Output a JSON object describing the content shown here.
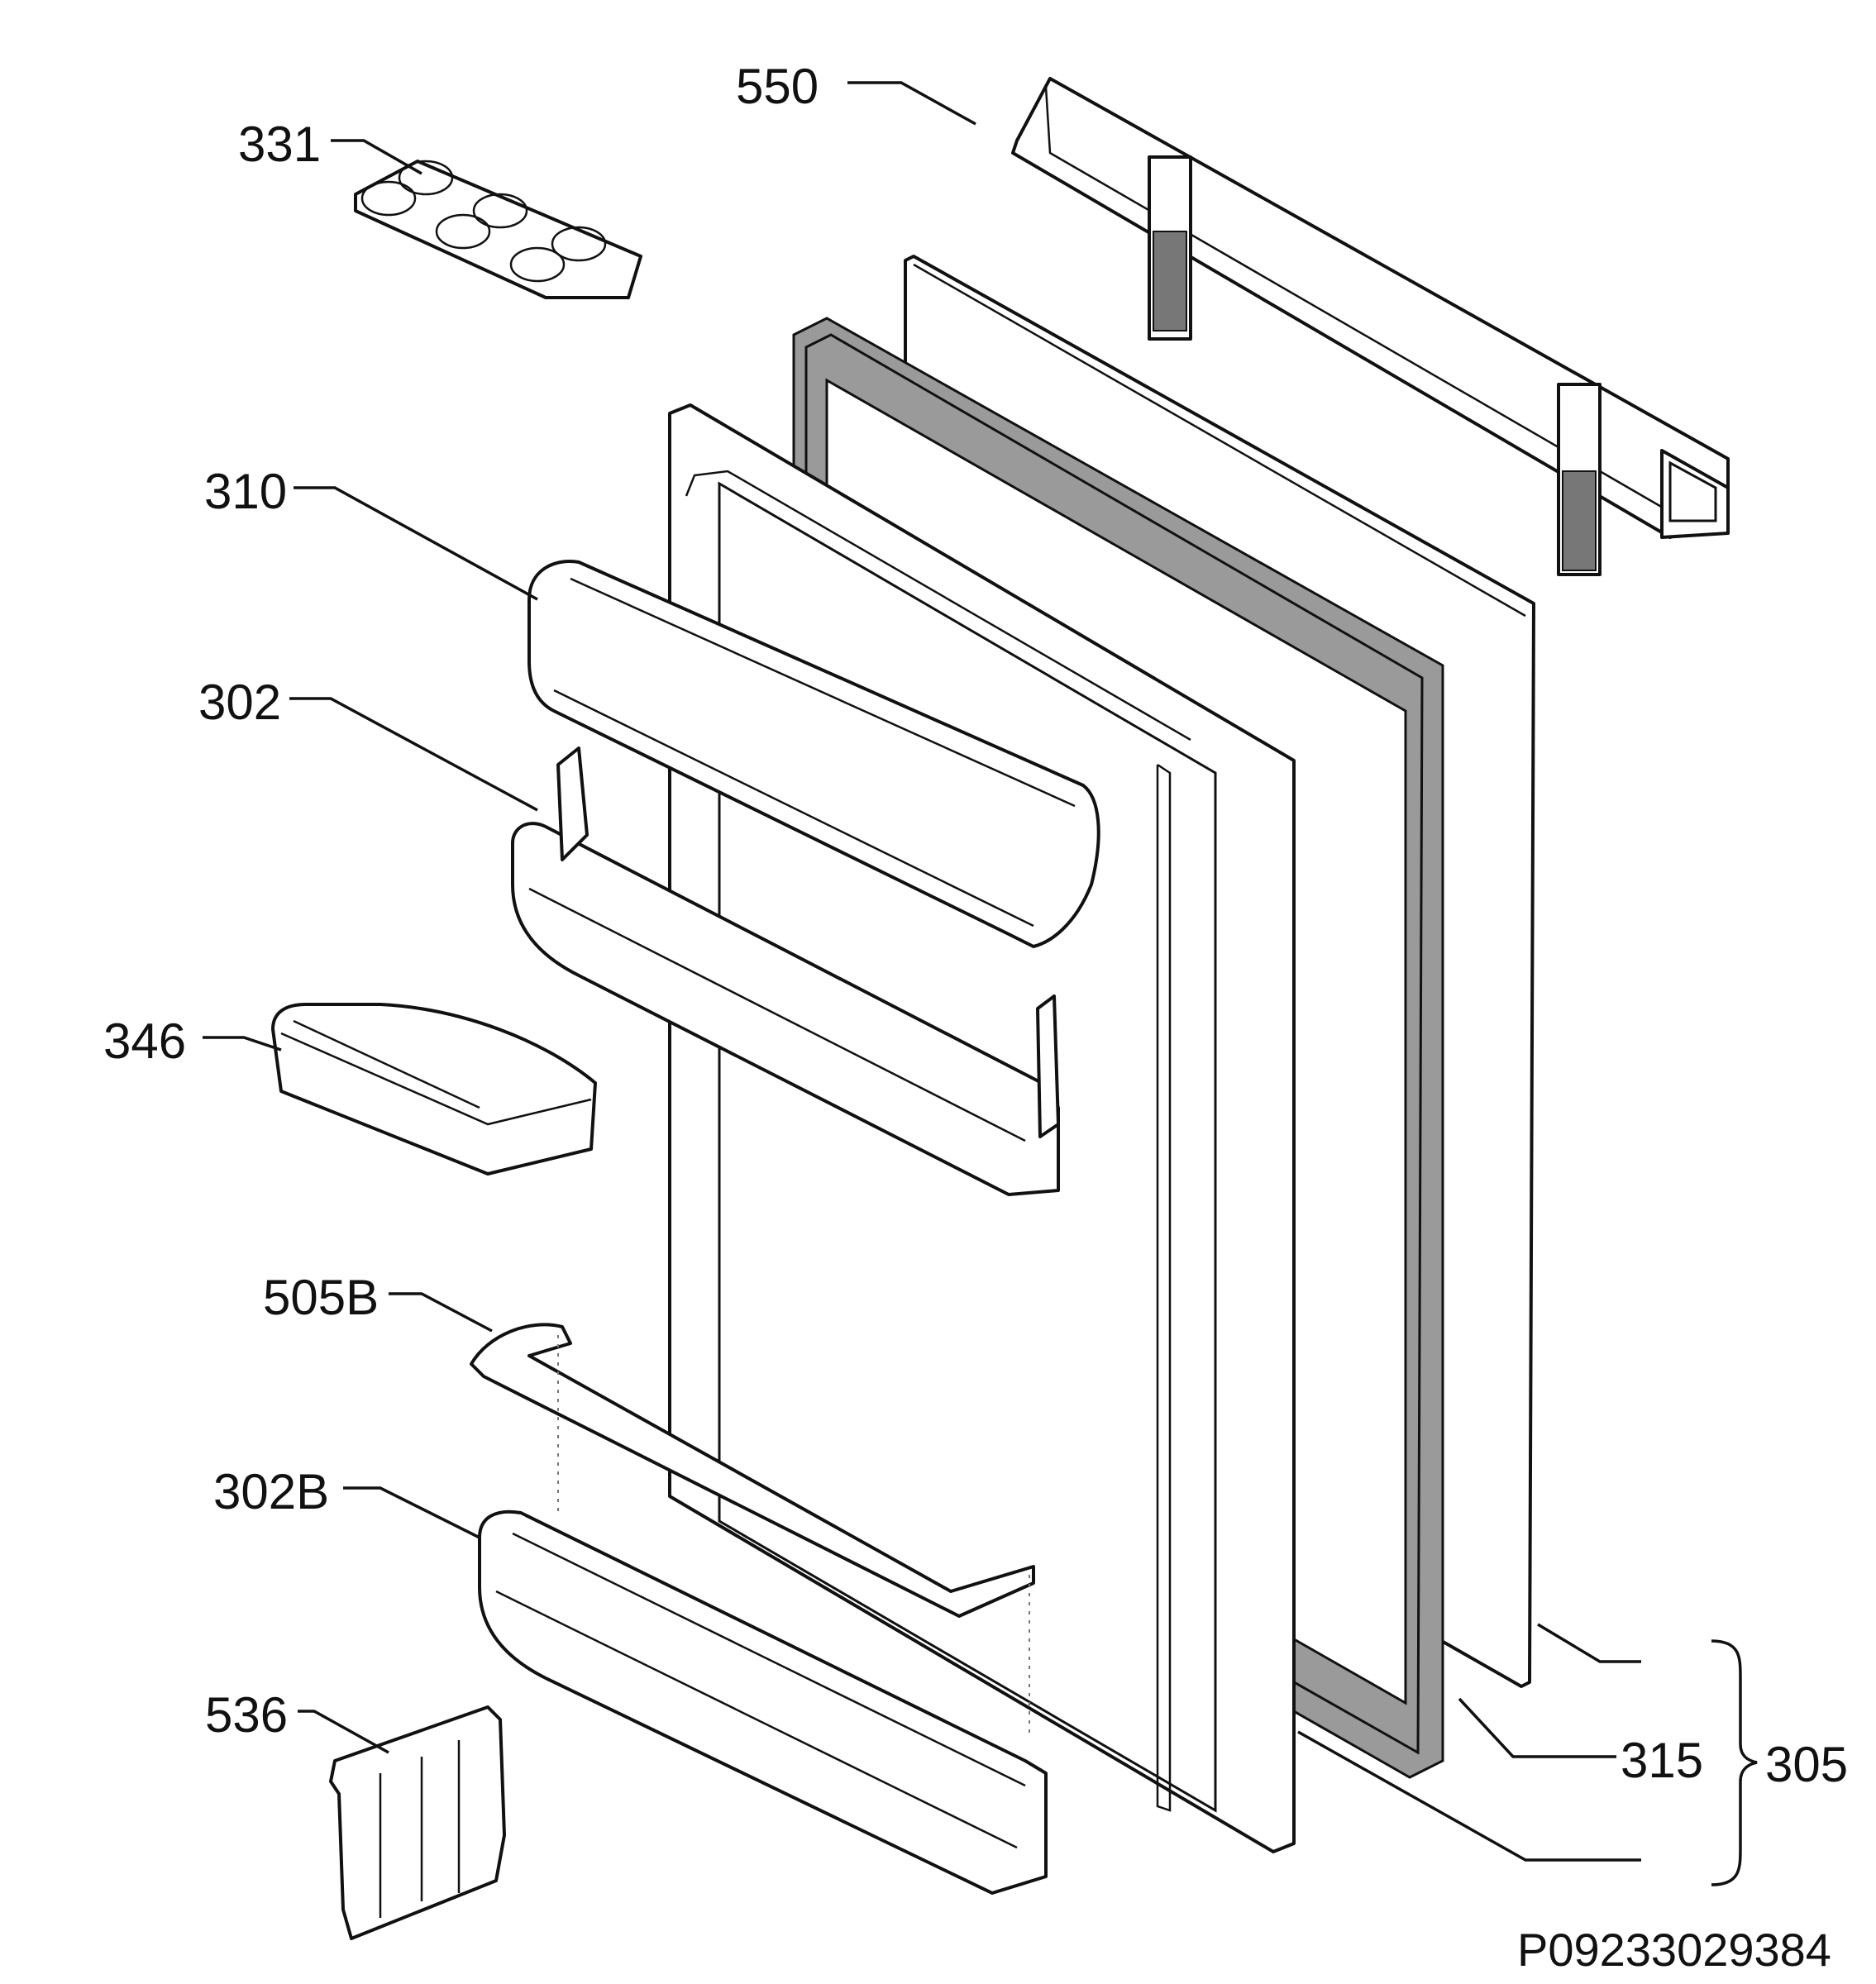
{
  "labels": {
    "p331": "331",
    "p550": "550",
    "p310": "310",
    "p302": "302",
    "p346": "346",
    "p505b": "505B",
    "p302b": "302B",
    "p536": "536",
    "p315": "315",
    "p305": "305"
  },
  "drawing_code": "P09233029384"
}
